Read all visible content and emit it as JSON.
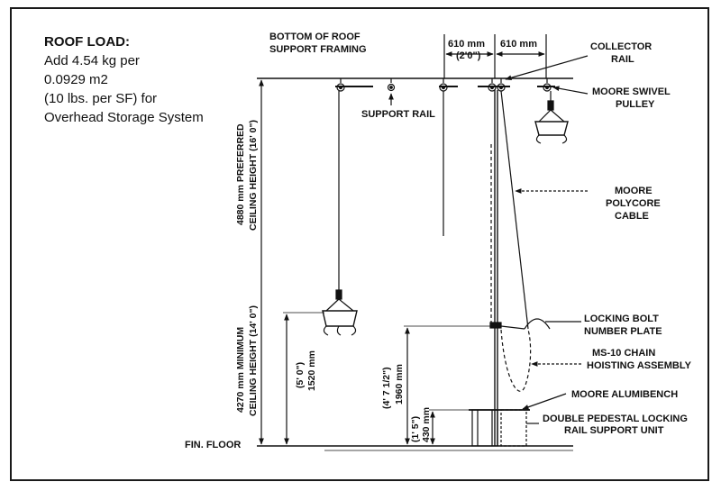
{
  "roof_load": {
    "title": "ROOF LOAD:",
    "lines": [
      "Add 4.54 kg per",
      "0.0929 m2",
      "(10 lbs. per SF) for",
      "Overhead Storage System"
    ]
  },
  "labels": {
    "roof_framing_1": "BOTTOM OF ROOF",
    "roof_framing_2": "SUPPORT FRAMING",
    "spacing_left_mm": "610 mm",
    "spacing_left_ft": "(2'0\")",
    "spacing_right_mm": "610 mm",
    "collector_rail_1": "COLLECTOR",
    "collector_rail_2": "RAIL",
    "swivel_pulley_1": "MOORE SWIVEL",
    "swivel_pulley_2": "PULLEY",
    "support_rail": "SUPPORT RAIL",
    "cable_1": "MOORE",
    "cable_2": "POLYCORE",
    "cable_3": "CABLE",
    "locking_bolt_1": "LOCKING BOLT",
    "locking_bolt_2": "NUMBER PLATE",
    "chain_1": "MS-10 CHAIN",
    "chain_2": "HOISTING ASSEMBLY",
    "alumibench": "MOORE ALUMIBENCH",
    "pedestal_1": "DOUBLE PEDESTAL LOCKING",
    "pedestal_2": "RAIL SUPPORT UNIT",
    "fin_floor": "FIN. FLOOR"
  },
  "dimensions": {
    "preferred_1": "4880 mm PREFERRED",
    "preferred_2": "CEILING HEIGHT (16' 0\")",
    "minimum_1": "4270 mm MINIMUM",
    "minimum_2": "CEILING HEIGHT (14' 0\")",
    "d1520_1": "(5' 0\")",
    "d1520_2": "1520 mm",
    "d1960_1": "(4' 7 1/2\")",
    "d1960_2": "1960 mm",
    "d430_1": "(1' 5\")",
    "d430_2": "430 mm"
  }
}
